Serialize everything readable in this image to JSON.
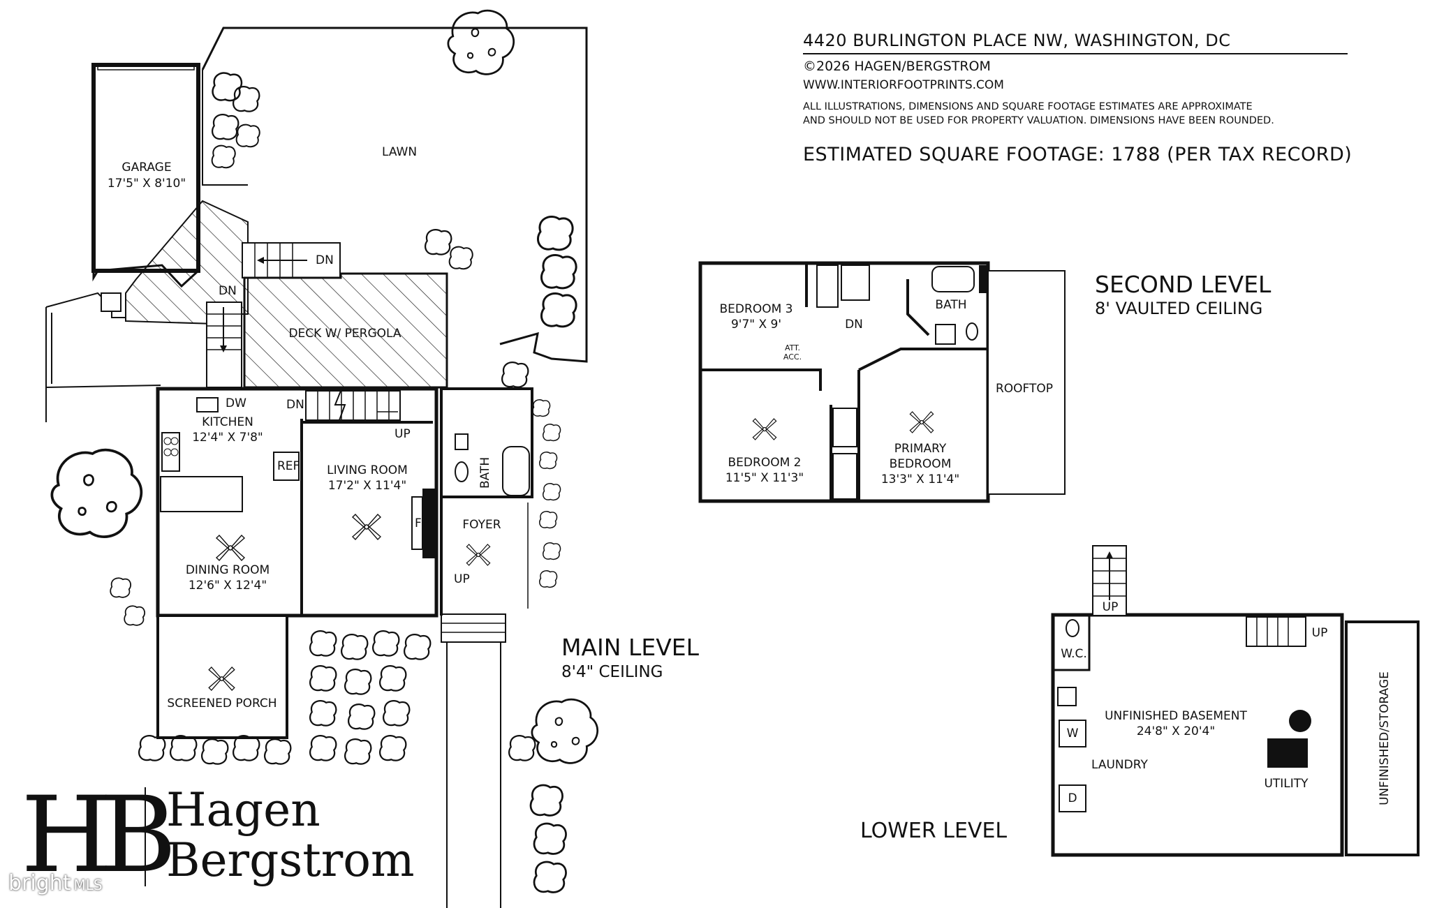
{
  "header": {
    "address": "4420 BURLINGTON PLACE NW, WASHINGTON, DC",
    "copyright": "©2026 HAGEN/BERGSTROM",
    "website": "WWW.INTERIORFOOTPRINTS.COM",
    "disclaimer_line1": "ALL ILLUSTRATIONS, DIMENSIONS AND SQUARE FOOTAGE ESTIMATES ARE APPROXIMATE",
    "disclaimer_line2": "AND  SHOULD NOT BE USED FOR PROPERTY VALUATION. DIMENSIONS HAVE BEEN ROUNDED.",
    "square_footage": "ESTIMATED SQUARE FOOTAGE: 1788 (PER TAX RECORD)"
  },
  "levels": {
    "second": {
      "title": "SECOND LEVEL",
      "subtitle": "8' VAULTED CEILING"
    },
    "main": {
      "title": "MAIN LEVEL",
      "subtitle": "8'4\" CEILING"
    },
    "lower": {
      "title": "LOWER LEVEL"
    }
  },
  "main_level_labels": {
    "garage": "GARAGE",
    "garage_dim": "17'5\" X 8'10\"",
    "lawn": "LAWN",
    "deck": "DECK W/ PERGOLA",
    "kitchen": "KITCHEN",
    "kitchen_dim": "12'4\" X 7'8\"",
    "living": "LIVING ROOM",
    "living_dim": "17'2\" X 11'4\"",
    "dining": "DINING ROOM",
    "dining_dim": "12'6\" X 12'4\"",
    "foyer": "FOYER",
    "porch": "SCREENED PORCH",
    "bath": "BATH",
    "ref": "REF",
    "dw": "DW",
    "fp": "FP",
    "dn": "DN",
    "up": "UP"
  },
  "second_level_labels": {
    "bedroom3": "BEDROOM 3",
    "bedroom3_dim": "9'7\" X 9'",
    "bedroom2": "BEDROOM 2",
    "bedroom2_dim": "11'5\" X 11'3\"",
    "primary1": "PRIMARY",
    "primary2": "BEDROOM",
    "primary_dim": "13'3\" X 11'4\"",
    "bath": "BATH",
    "rooftop": "ROOFTOP",
    "att1": "ATT.",
    "att2": "ACC.",
    "dn": "DN"
  },
  "lower_level_labels": {
    "basement": "UNFINISHED BASEMENT",
    "basement_dim": "24'8\" X 20'4\"",
    "laundry": "LAUNDRY",
    "utility": "UTILITY",
    "storage": "UNFINISHED/STORAGE",
    "wc": "W.C.",
    "washer": "W",
    "dryer": "D",
    "up": "UP"
  },
  "logo": {
    "monogram": "HB",
    "name_line1": "Hagen",
    "name_line2": "Bergstrom",
    "watermark": "bright",
    "watermark_suffix": "MLS"
  }
}
